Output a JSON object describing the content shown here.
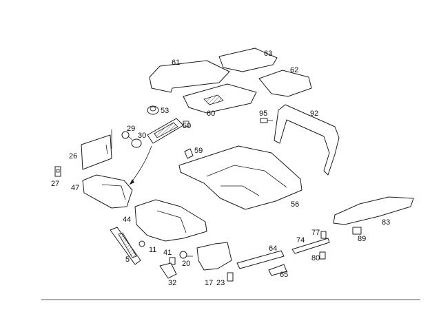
{
  "diagram": {
    "colors": {
      "line": "#1a1a1a",
      "text": "#111111",
      "background": "#ffffff",
      "rule": "#555555"
    },
    "callouts": {
      "n5": "5",
      "n11": "11",
      "n17": "17",
      "n20": "20",
      "n23": "23",
      "n26": "26",
      "n27": "27",
      "n29": "29",
      "n30": "30",
      "n32": "32",
      "n41": "41",
      "n44": "44",
      "n47": "47",
      "n50": "50",
      "n53": "53",
      "n56": "56",
      "n59": "59",
      "n60": "60",
      "n61": "61",
      "n62": "62",
      "n63": "63",
      "n64": "64",
      "n65": "65",
      "n74": "74",
      "n77": "77",
      "n80": "80",
      "n83": "83",
      "n89": "89",
      "n92": "92",
      "n95": "95"
    }
  }
}
